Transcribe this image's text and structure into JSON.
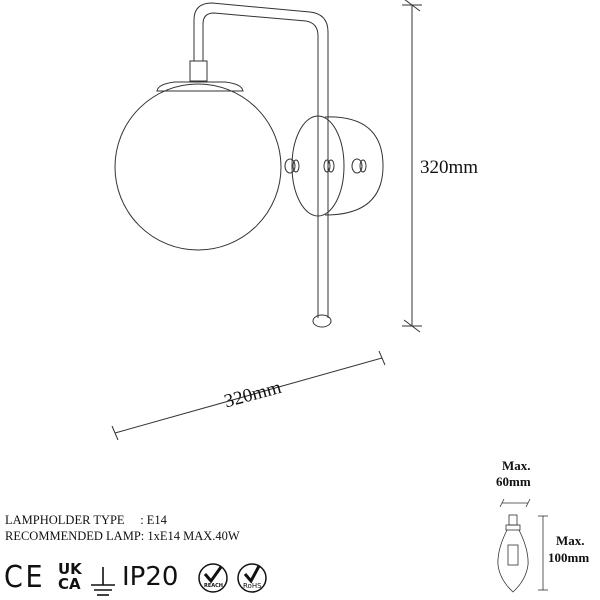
{
  "dimensions": {
    "height_label": "320mm",
    "width_label": "320mm"
  },
  "bulb": {
    "max_width_title": "Max.",
    "max_width_value": "60mm",
    "max_height_title": "Max.",
    "max_height_value": "100mm"
  },
  "specs": [
    {
      "label": "LAMPHOLDER TYPE     ",
      "value": ": E14"
    },
    {
      "label": "RECOMMENDED LAMP",
      "value": ": 1xE14 MAX.40W"
    }
  ],
  "certifications": {
    "ce": "CE",
    "ukca_top": "UK",
    "ukca_bottom": "CA",
    "ip_rating": "IP20",
    "reach": "REACH",
    "rohs": "RoHS",
    "icons": [
      "ce-mark-icon",
      "ukca-mark-icon",
      "ground-icon",
      "reach-icon",
      "rohs-icon"
    ]
  }
}
